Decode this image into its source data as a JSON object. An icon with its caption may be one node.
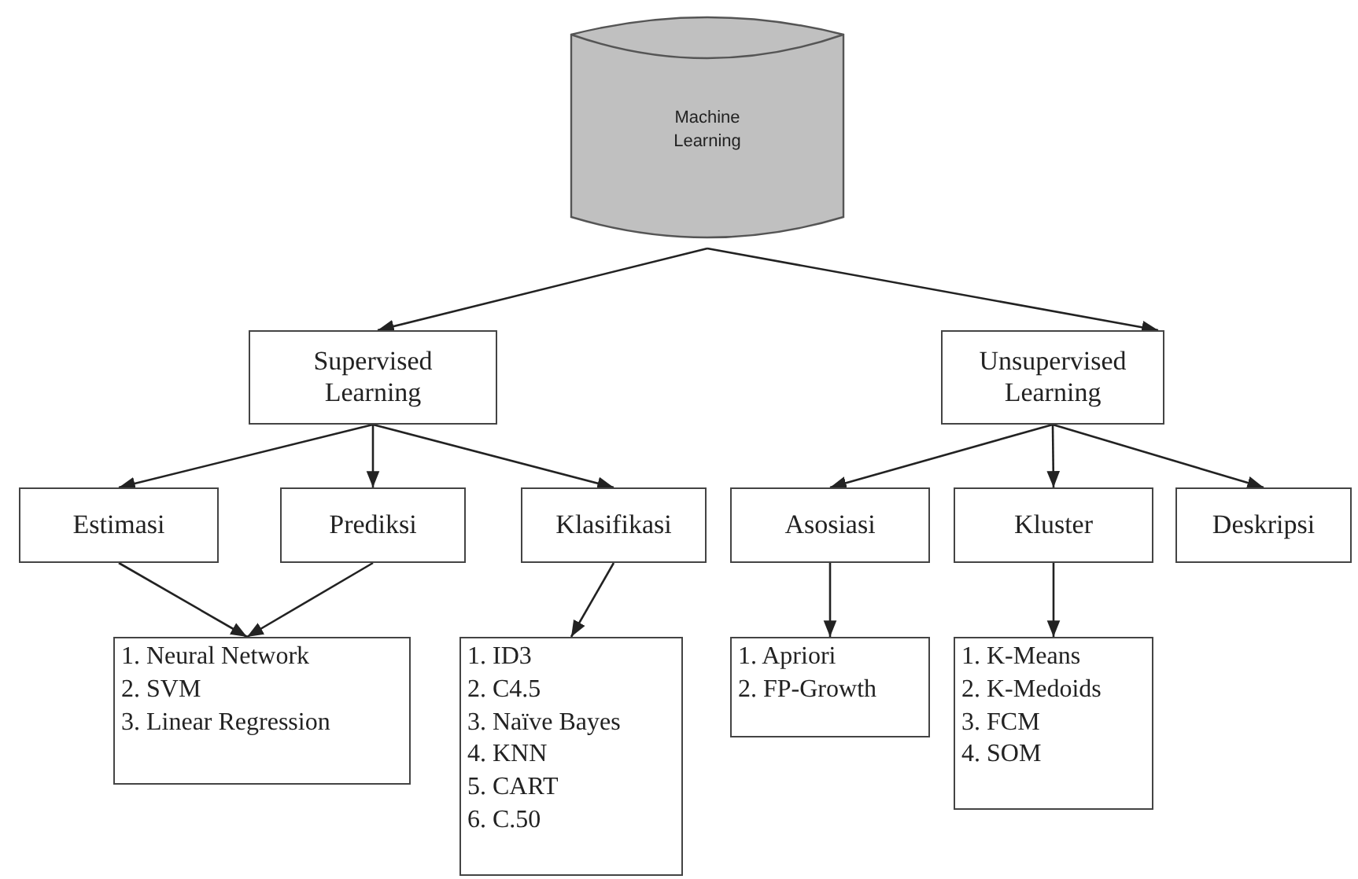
{
  "diagram": {
    "nodes": [
      {
        "text": [
          "Machine Learning"
        ]
      },
      {
        "text": [
          "Supervised Learning"
        ]
      },
      {
        "text": [
          "Unsupervised Learning"
        ]
      },
      {
        "text": [
          "Estimasi"
        ]
      },
      {
        "text": [
          "Prediksi"
        ]
      },
      {
        "text": [
          "Klasifikasi"
        ]
      },
      {
        "text": [
          "Asosiasi"
        ]
      },
      {
        "text": [
          "Kluster"
        ]
      },
      {
        "text": [
          "Deskripsi"
        ]
      },
      {
        "text": [
          "1. Neural Network",
          "2. SVM",
          "3. Linear Regression"
        ]
      },
      {
        "text": [
          "1. ID3",
          "2. C4.5",
          "3. Naïve Bayes",
          "4. KNN",
          "5. CART",
          "6. C.50"
        ]
      },
      {
        "text": [
          "1. Apriori",
          "2. FP-Growth"
        ]
      },
      {
        "text": [
          "1. K-Means",
          "2. K-Medoids",
          "3. FCM",
          "4. SOM"
        ]
      }
    ],
    "edges": [
      {
        "from": 0,
        "to": 1,
        "arrow": "to"
      },
      {
        "from": 0,
        "to": 2,
        "arrow": "to"
      },
      {
        "from": 1,
        "to": 3,
        "arrow": "to"
      },
      {
        "from": 1,
        "to": 4,
        "arrow": "to"
      },
      {
        "from": 1,
        "to": 5,
        "arrow": "to"
      },
      {
        "from": 3,
        "to": 9,
        "arrow": "to"
      },
      {
        "from": 4,
        "to": 9,
        "arrow": "to"
      },
      {
        "from": 5,
        "to": 10,
        "arrow": "to"
      },
      {
        "from": 2,
        "to": 6,
        "arrow": "to"
      },
      {
        "from": 2,
        "to": 7,
        "arrow": "to"
      },
      {
        "from": 2,
        "to": 8,
        "arrow": "to"
      },
      {
        "from": 6,
        "to": 11,
        "arrow": "to"
      },
      {
        "from": 7,
        "to": 12,
        "arrow": "to"
      }
    ]
  }
}
